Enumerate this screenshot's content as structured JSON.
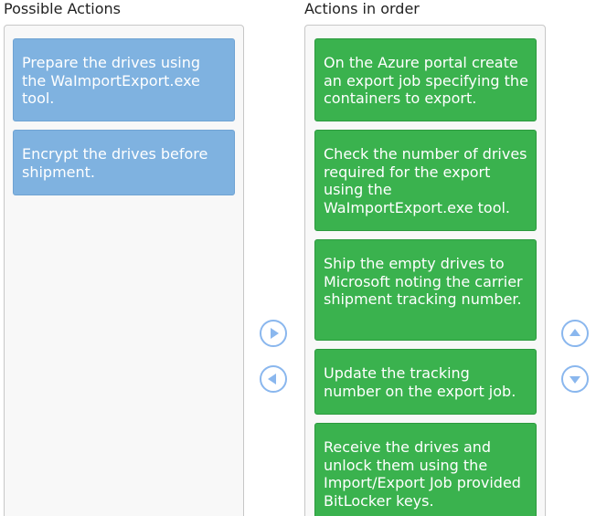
{
  "left_column": {
    "title": "Possible Actions",
    "items": [
      {
        "label": "Prepare the drives using the WaImportExport.exe tool."
      },
      {
        "label": "Encrypt the drives before shipment."
      }
    ]
  },
  "right_column": {
    "title": "Actions in order",
    "items": [
      {
        "label": "On the Azure portal create an export job specifying the containers to export."
      },
      {
        "label": "Check the number of drives required for the export using the WaImportExport.exe tool."
      },
      {
        "label": "Ship the empty drives to Microsoft noting the carrier shipment tracking number."
      },
      {
        "label": "Update the tracking number on the export job."
      },
      {
        "label": "Receive the drives and unlock them using the Import/Export Job provided BitLocker keys."
      }
    ]
  },
  "controls": {
    "move_right_icon": "chevron-right-icon",
    "move_left_icon": "chevron-left-icon",
    "move_up_icon": "chevron-up-icon",
    "move_down_icon": "chevron-down-icon"
  },
  "colors": {
    "available_card": "#7fb2e0",
    "ordered_card": "#3ab24e",
    "control_circle": "#8ab7ee"
  }
}
